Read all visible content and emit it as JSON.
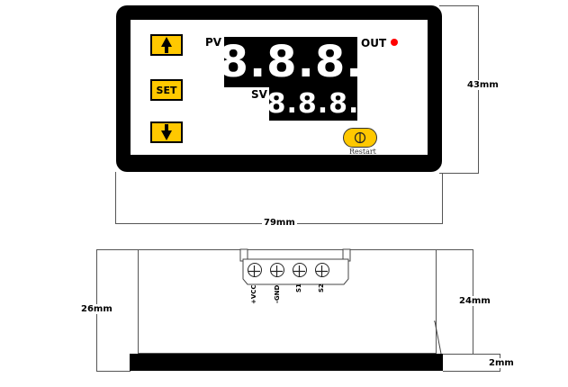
{
  "front_view": {
    "buttons": {
      "up": {
        "icon": "arrow-up-icon"
      },
      "set": {
        "label": "SET"
      },
      "down": {
        "icon": "arrow-down-icon"
      }
    },
    "pv": {
      "label": "PV",
      "value": "8.8.8."
    },
    "sv": {
      "label": "SV",
      "value": "8.8.8."
    },
    "out": {
      "label": "OUT",
      "led_color": "#ff0000"
    },
    "restart": {
      "label": "Restart",
      "icon": "power-icon"
    },
    "dimensions": {
      "width": "79mm",
      "height": "43mm"
    }
  },
  "side_view": {
    "terminals": [
      "+VCC",
      "-GND",
      "S1",
      "S2"
    ],
    "dimensions": {
      "total_depth": "26mm",
      "body_depth": "24mm",
      "flange": "2mm"
    }
  },
  "colors": {
    "button": "#ffc800",
    "bezel": "#000000",
    "led": "#ff0000"
  }
}
